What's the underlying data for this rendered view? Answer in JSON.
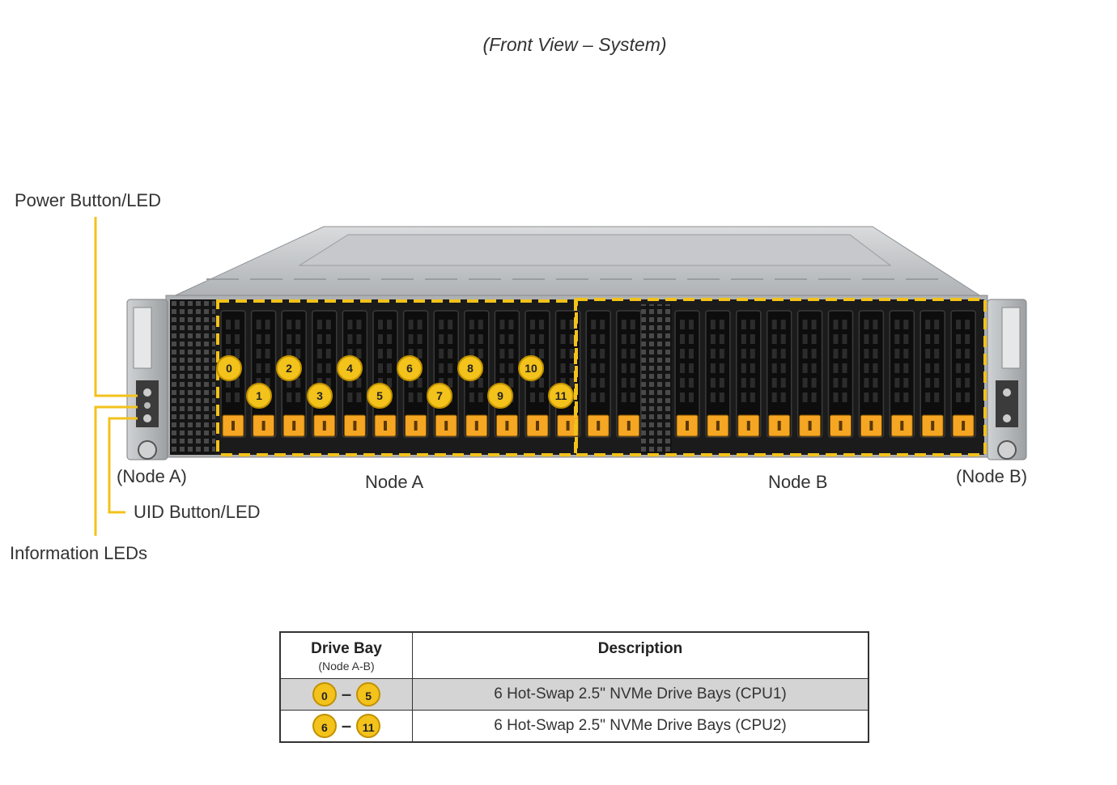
{
  "title": "(Front View – System)",
  "callouts": {
    "power": "Power Button/LED",
    "uid": "UID Button/LED",
    "info": "Information LEDs",
    "node_a_paren": "(Node A)",
    "node_b_paren": "(Node B)",
    "node_a": "Node A",
    "node_b": "Node B"
  },
  "bay_numbers": [
    "0",
    "1",
    "2",
    "3",
    "4",
    "5",
    "6",
    "7",
    "8",
    "9",
    "10",
    "11"
  ],
  "legend": {
    "col1_header": "Drive Bay",
    "col1_sub": "(Node A-B)",
    "col2_header": "Description",
    "rows": [
      {
        "from": "0",
        "to": "5",
        "description": "6 Hot-Swap 2.5\" NVMe Drive Bays (CPU1)"
      },
      {
        "from": "6",
        "to": "11",
        "description": "6 Hot-Swap 2.5\" NVMe Drive Bays (CPU2)"
      }
    ]
  },
  "colors": {
    "accent": "#f3c21b",
    "accent_border": "#c19100",
    "tray_latch": "#f5a623",
    "chassis": "#b9bcbf",
    "bay": "#111111"
  }
}
